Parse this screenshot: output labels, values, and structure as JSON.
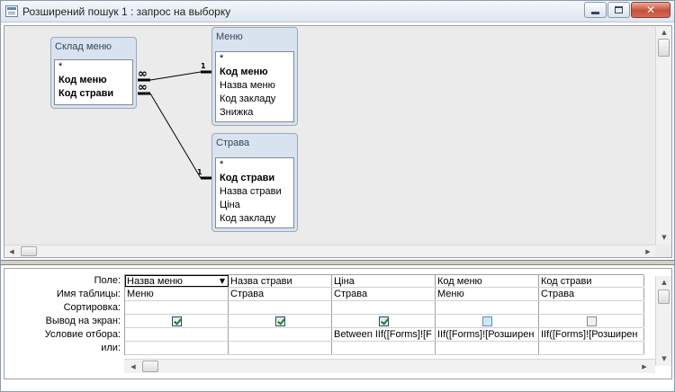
{
  "window": {
    "title": "Розширений пошук 1 : запрос на выборку",
    "controls": {
      "minimize": "minimize-icon",
      "maximize": "maximize-icon",
      "close": "close-icon"
    }
  },
  "diagram": {
    "tables": [
      {
        "id": "sklad",
        "caption": "Склад меню",
        "fields": [
          {
            "name": "*",
            "key": false
          },
          {
            "name": "Код меню",
            "key": true
          },
          {
            "name": "Код страви",
            "key": true
          }
        ]
      },
      {
        "id": "menu",
        "caption": "Меню",
        "fields": [
          {
            "name": "*",
            "key": false
          },
          {
            "name": "Код меню",
            "key": true
          },
          {
            "name": "Назва меню",
            "key": false
          },
          {
            "name": "Код закладу",
            "key": false
          },
          {
            "name": "Знижка",
            "key": false
          }
        ]
      },
      {
        "id": "strava",
        "caption": "Страва",
        "fields": [
          {
            "name": "*",
            "key": false
          },
          {
            "name": "Код страви",
            "key": true
          },
          {
            "name": "Назва страви",
            "key": false
          },
          {
            "name": "Ціна",
            "key": false
          },
          {
            "name": "Код закладу",
            "key": false
          }
        ]
      }
    ],
    "relations": [
      {
        "from": "menu",
        "to": "sklad",
        "one_label": "1",
        "many_label": "∞"
      },
      {
        "from": "strava",
        "to": "sklad",
        "one_label": "1",
        "many_label": "∞"
      }
    ]
  },
  "grid": {
    "row_labels": [
      "Поле:",
      "Имя таблицы:",
      "Сортировка:",
      "Вывод на экран:",
      "Условие отбора:",
      "или:"
    ],
    "columns": [
      {
        "field": "Назва меню",
        "table": "Меню",
        "sort": "",
        "show": "checked",
        "criteria": "",
        "or": ""
      },
      {
        "field": "Назва страви",
        "table": "Страва",
        "sort": "",
        "show": "checked",
        "criteria": "",
        "or": ""
      },
      {
        "field": "Ціна",
        "table": "Страва",
        "sort": "",
        "show": "checked",
        "criteria": "Between IIf([Forms]![F",
        "or": ""
      },
      {
        "field": "Код меню",
        "table": "Меню",
        "sort": "",
        "show": "unchecked-focus",
        "criteria": "IIf([Forms]![Розширен",
        "or": ""
      },
      {
        "field": "Код страви",
        "table": "Страва",
        "sort": "",
        "show": "unchecked",
        "criteria": "IIf([Forms]![Розширен",
        "or": ""
      }
    ]
  }
}
